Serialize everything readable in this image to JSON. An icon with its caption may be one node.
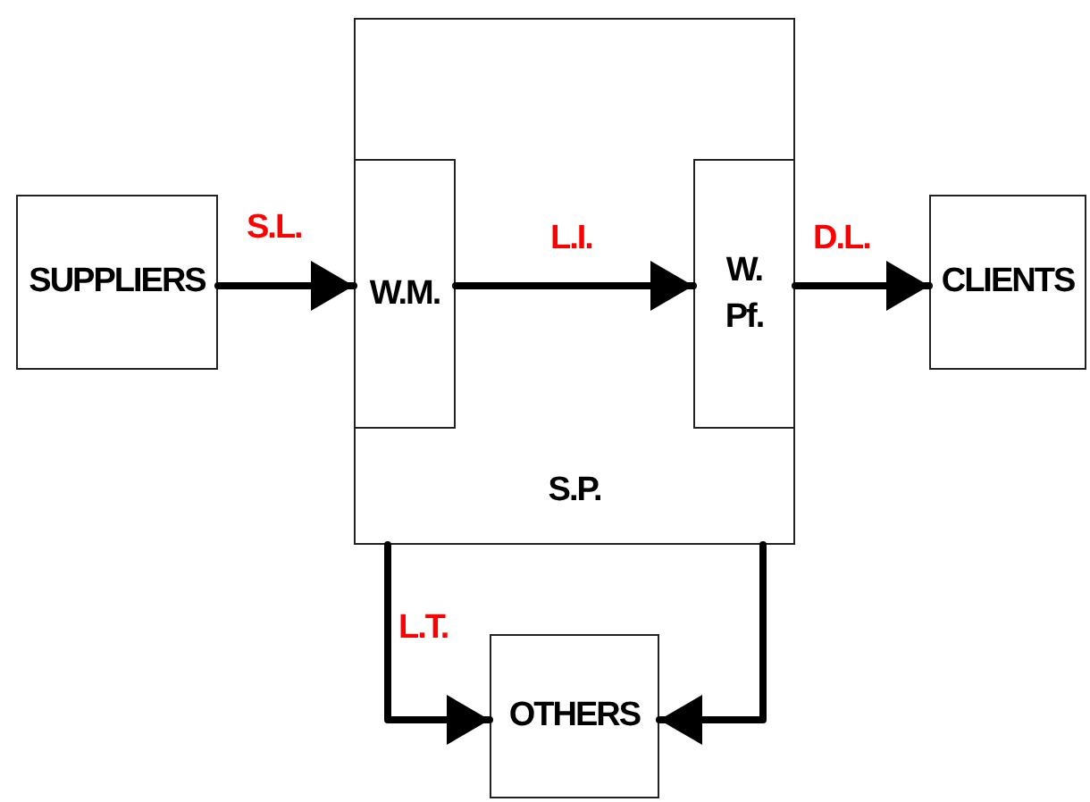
{
  "diagram": {
    "nodes": [
      {
        "text": [
          "SUPPLIERS"
        ]
      },
      {
        "text": [
          "S.P."
        ]
      },
      {
        "text": [
          "W.M."
        ],
        "in": 1
      },
      {
        "text": [
          "W. Pf."
        ],
        "in": 1
      },
      {
        "text": [
          "CLIENTS"
        ]
      },
      {
        "text": [
          "OTHERS"
        ]
      }
    ],
    "edges": [
      {
        "from": 0,
        "to": 2,
        "arrow": "to",
        "label": "S.L."
      },
      {
        "from": 2,
        "to": 3,
        "arrow": "to",
        "label": "L.I."
      },
      {
        "from": 3,
        "to": 4,
        "arrow": "to",
        "label": "D.L."
      },
      {
        "from": 1,
        "to": 5,
        "arrow": "to",
        "label": "L.T."
      },
      {
        "from": 1,
        "to": 5,
        "arrow": "to"
      }
    ]
  }
}
